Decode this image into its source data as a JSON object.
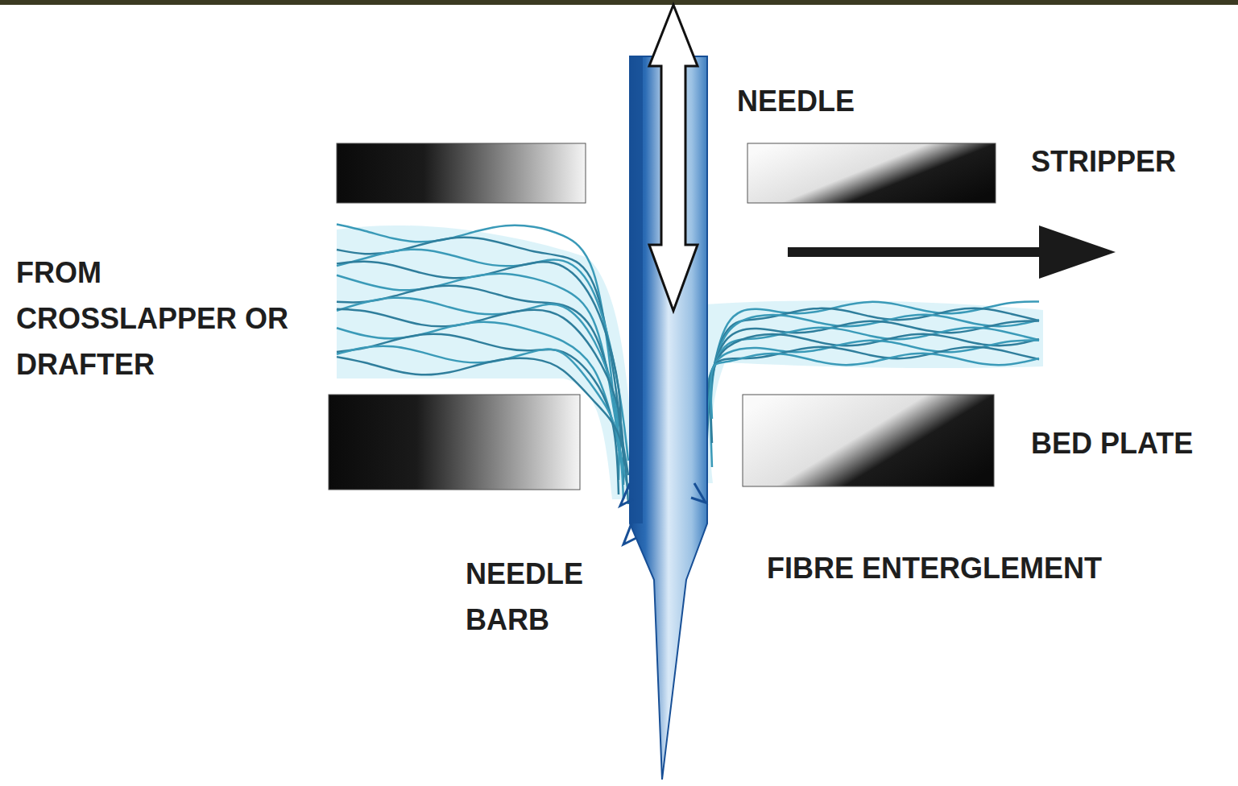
{
  "diagram": {
    "labels": [
      "NEEDLE",
      "STRIPPER",
      "FROM CROSSLAPPER OR DRAFTER",
      "BED PLATE",
      "NEEDLE BARB",
      "FIBRE ENTERGLEMENT"
    ]
  }
}
